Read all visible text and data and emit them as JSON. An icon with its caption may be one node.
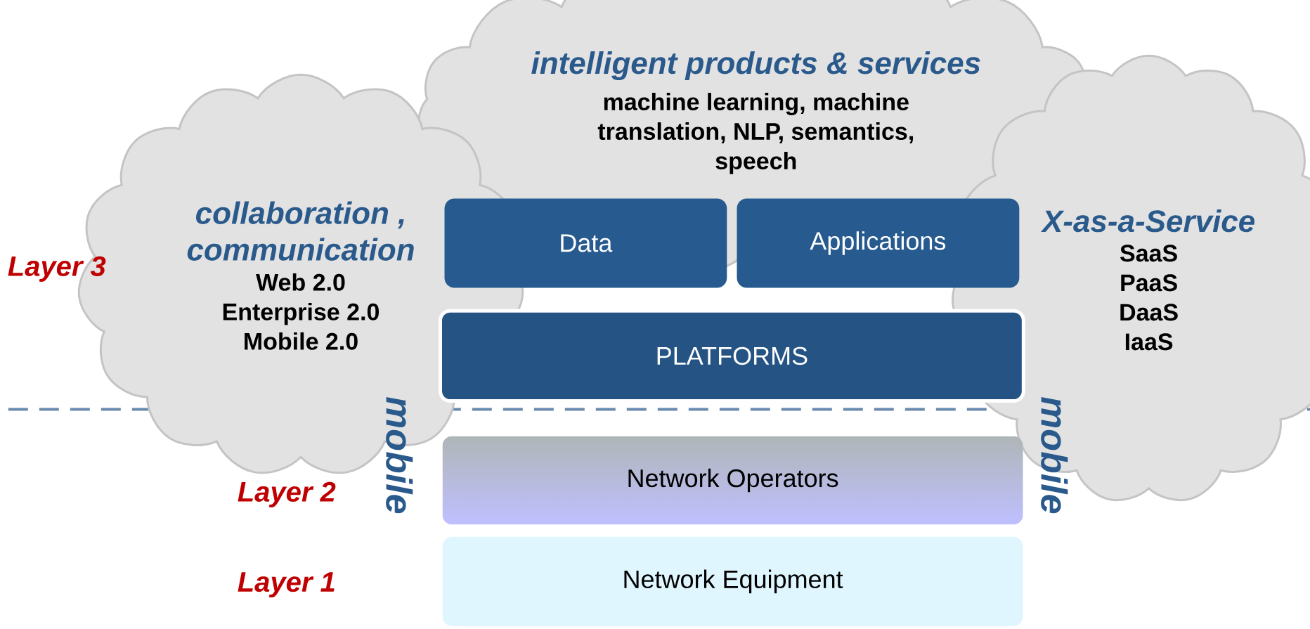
{
  "diagram": {
    "nodes": [
      {
        "text": [
          "collaboration , communication",
          "Web 2.0",
          "Enterprise 2.0",
          "Mobile 2.0"
        ]
      },
      {
        "text": [
          "intelligent products & services",
          "machine learning, machine translation, NLP, semantics, speech"
        ]
      },
      {
        "text": [
          "X-as-a-Service",
          "SaaS",
          "PaaS",
          "DaaS",
          "IaaS"
        ]
      },
      {
        "text": [
          "Data"
        ]
      },
      {
        "text": [
          "Applications"
        ]
      },
      {
        "text": [
          "PLATFORMS"
        ]
      },
      {
        "text": [
          "Network Operators"
        ]
      },
      {
        "text": [
          "Network Equipment"
        ]
      }
    ],
    "labels": [
      "Layer 3",
      "mobile",
      "mobile",
      "Layer 2",
      "Layer 1"
    ]
  }
}
